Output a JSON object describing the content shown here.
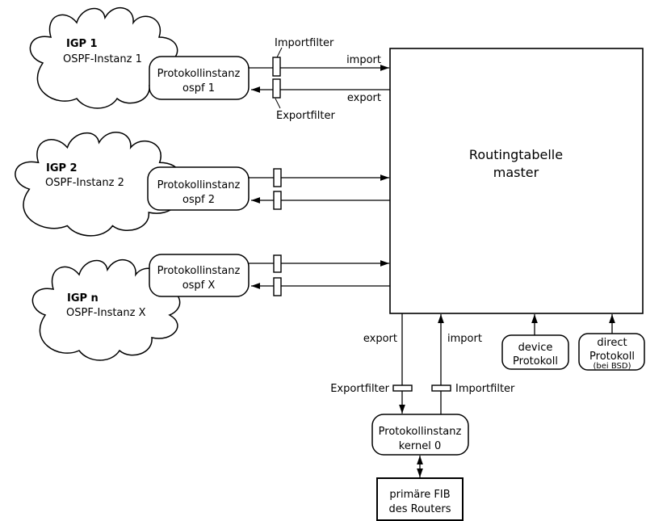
{
  "colors": {
    "background": "#ffffff",
    "stroke": "#000000",
    "fill": "#ffffff"
  },
  "clouds": [
    {
      "name": "IGP 1",
      "instance": "OSPF-Instanz 1"
    },
    {
      "name": "IGP 2",
      "instance": "OSPF-Instanz 2"
    },
    {
      "name": "IGP n",
      "instance": "OSPF-Instanz X"
    }
  ],
  "protocol_instances": [
    {
      "line1": "Protokollinstanz",
      "line2": "ospf 1"
    },
    {
      "line1": "Protokollinstanz",
      "line2": "ospf 2"
    },
    {
      "line1": "Protokollinstanz",
      "line2": "ospf X"
    }
  ],
  "routing_table": {
    "line1": "Routingtabelle",
    "line2": "master"
  },
  "top_labels": {
    "importfilter": "Importfilter",
    "exportfilter": "Exportfilter",
    "import": "import",
    "export": "export"
  },
  "bottom_labels": {
    "export": "export",
    "import": "import",
    "exportfilter": "Exportfilter",
    "importfilter": "Importfilter"
  },
  "device_protocol": {
    "line1": "device",
    "line2": "Protokoll"
  },
  "direct_protocol": {
    "line1": "direct",
    "line2": "Protokoll",
    "line3": "(bei BSD)"
  },
  "kernel_instance": {
    "line1": "Protokollinstanz",
    "line2": "kernel 0"
  },
  "fib": {
    "line1": "primäre FIB",
    "line2": "des Routers"
  }
}
